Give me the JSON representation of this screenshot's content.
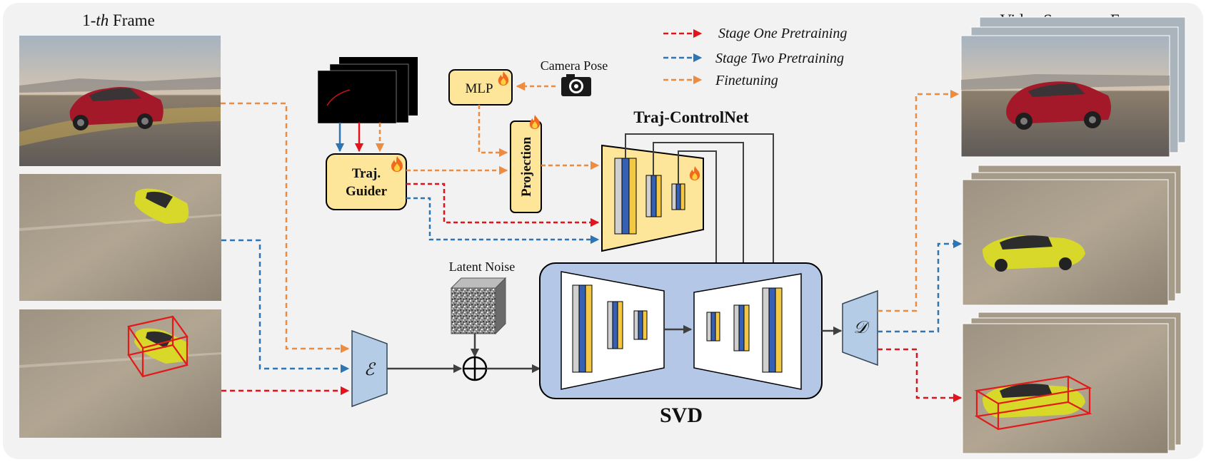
{
  "labels": {
    "first_frame_prefix": "1-",
    "first_frame_italic": "th",
    "first_frame_suffix": " Frame",
    "video_sequence": "Video Sequence Frame",
    "camera_pose": "Camera Pose",
    "mlp": "MLP",
    "projection": "Projection",
    "traj_guider_line1": "Traj.",
    "traj_guider_line2": "Guider",
    "traj_controlnet": "Traj-ControlNet",
    "latent_noise": "Latent Noise",
    "svd": "SVD",
    "encoder_symbol": "ℰ",
    "decoder_symbol": "𝒟"
  },
  "legend": {
    "stage_one": "Stage One Pretraining",
    "stage_two": "Stage Two Pretraining",
    "finetuning": "Finetuning"
  },
  "colors": {
    "stage_one": "#e4131b",
    "stage_two": "#2e75b6",
    "finetuning": "#ed8b3f",
    "module_fill": "#fde699",
    "svd_fill": "#b4c7e7",
    "encoder_fill": "#b4cce6",
    "solid_arrow": "#404040",
    "background": "#f2f2f2"
  },
  "icons": [
    "fire-icon",
    "camera-icon",
    "sum-icon"
  ]
}
